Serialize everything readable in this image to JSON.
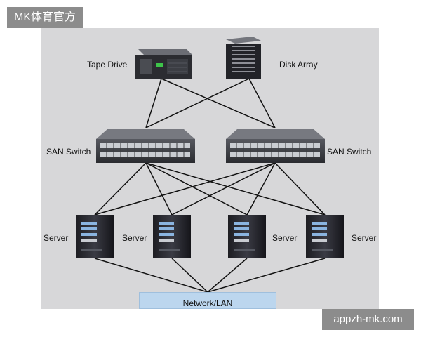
{
  "watermarks": {
    "top_left": "MK体育官方",
    "bottom_right": "appzh-mk.com"
  },
  "devices": {
    "tape_drive": "Tape Drive",
    "disk_array": "Disk Array",
    "san_switch_left": "SAN Switch",
    "san_switch_right": "SAN Switch",
    "server_1": "Server",
    "server_2": "Server",
    "server_3": "Server",
    "server_4": "Server",
    "network": "Network/LAN"
  },
  "colors": {
    "panel": "#d7d7d9",
    "lan_box": "#bcd6ee",
    "lines": "#111111"
  }
}
